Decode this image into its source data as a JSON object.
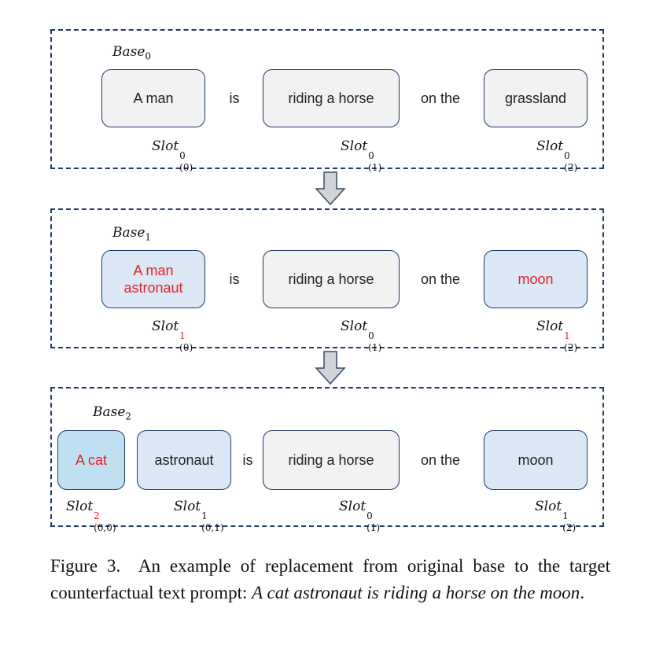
{
  "panels": [
    {
      "base": "Base",
      "base_sub": "0",
      "boxes": [
        "A man",
        "riding a horse",
        "grassland"
      ],
      "connectors": [
        "is",
        "on the"
      ],
      "slots": [
        {
          "name": "Slot",
          "sup": "0",
          "sub": "(0)"
        },
        {
          "name": "Slot",
          "sup": "0",
          "sub": "(1)"
        },
        {
          "name": "Slot",
          "sup": "0",
          "sub": "(2)"
        }
      ]
    },
    {
      "base": "Base",
      "base_sub": "1",
      "boxes": [
        "A man\nastronaut",
        "riding a horse",
        "moon"
      ],
      "connectors": [
        "is",
        "on the"
      ],
      "slots": [
        {
          "name": "Slot",
          "sup": "1",
          "sub": "(0)"
        },
        {
          "name": "Slot",
          "sup": "0",
          "sub": "(1)"
        },
        {
          "name": "Slot",
          "sup": "1",
          "sub": "(2)"
        }
      ]
    },
    {
      "base": "Base",
      "base_sub": "2",
      "boxes": [
        "A cat",
        "astronaut",
        "riding a horse",
        "moon"
      ],
      "connectors": [
        "is",
        "on the"
      ],
      "slots": [
        {
          "name": "Slot",
          "sup": "2",
          "sub": "(0,0)"
        },
        {
          "name": "Slot",
          "sup": "1",
          "sub": "(0,1)"
        },
        {
          "name": "Slot",
          "sup": "0",
          "sub": "(1)"
        },
        {
          "name": "Slot",
          "sup": "1",
          "sub": "(2)"
        }
      ]
    }
  ],
  "caption": {
    "prefix": "Figure 3.",
    "text": "An example of replacement from original base to the target counterfactual text prompt:",
    "prompt": "A cat astronaut is riding a horse on the moon",
    "end": "."
  },
  "colors": {
    "highlight_text": "#e32222",
    "border": "#1f3a6b",
    "unchanged_fill": "#f2f2f2",
    "replaced_fill": "#dce8f6",
    "new_fill": "#bfe0f1"
  }
}
